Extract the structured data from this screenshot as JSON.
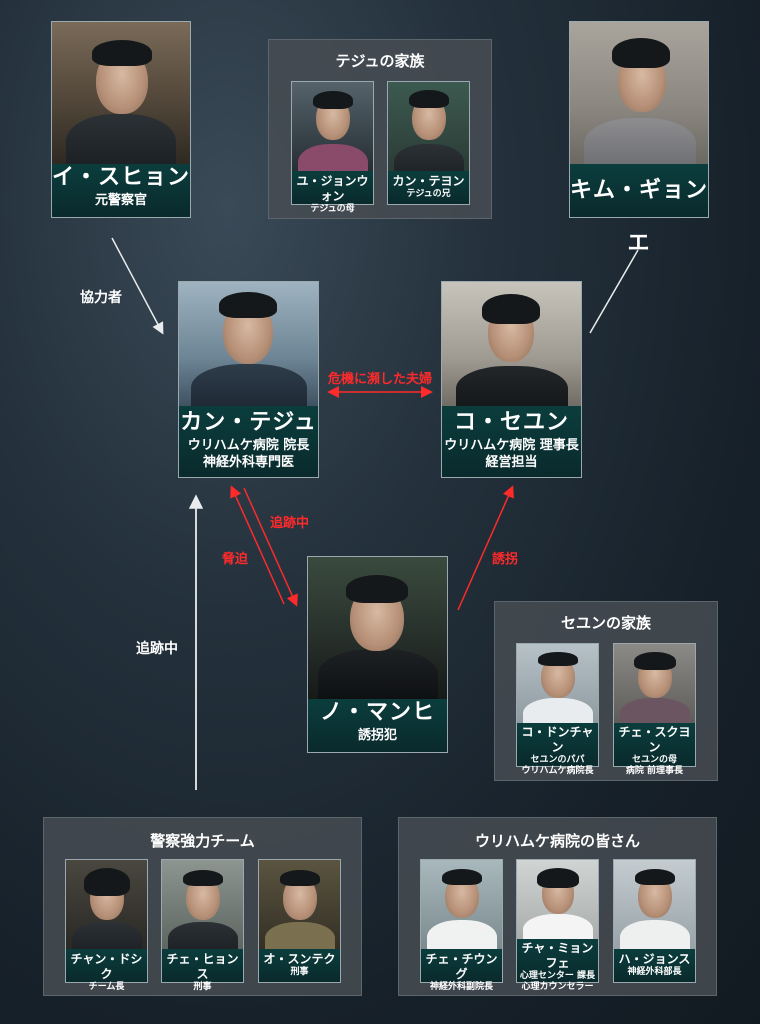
{
  "characters": {
    "lee_suhyeon": {
      "name": "イ・スヒョン",
      "role": "元警察官"
    },
    "kim_gyeonge": {
      "name": "キム・ギョンエ"
    },
    "kang_teju": {
      "name": "カン・テジュ",
      "role1": "ウリハムケ病院 院長",
      "role2": "神経外科専門医"
    },
    "ko_seyun": {
      "name": "コ・セユン",
      "role1": "ウリハムケ病院 理事長",
      "role2": "経営担当"
    },
    "no_manhi": {
      "name": "ノ・マンヒ",
      "role": "誘拐犯"
    }
  },
  "groups": {
    "teju_family": {
      "title": "テジュの家族",
      "members": [
        {
          "name": "ユ・ジョンウォン",
          "role": "テジュの母"
        },
        {
          "name": "カン・テヨン",
          "role": "テジュの兄"
        }
      ]
    },
    "seyun_family": {
      "title": "セユンの家族",
      "members": [
        {
          "name": "コ・ドンチャン",
          "role1": "セユンのパパ",
          "role2": "ウリハムケ病院長"
        },
        {
          "name": "チェ・スクヨン",
          "role1": "セユンの母",
          "role2": "病院 前理事長"
        }
      ]
    },
    "police": {
      "title": "警察強力チーム",
      "members": [
        {
          "name": "チャン・ドシク",
          "role": "チーム長"
        },
        {
          "name": "チェ・ヒョンス",
          "role": "刑事"
        },
        {
          "name": "オ・スンテク",
          "role": "刑事"
        }
      ]
    },
    "hospital": {
      "title": "ウリハムケ病院の皆さん",
      "members": [
        {
          "name": "チェ・チウング",
          "role1": "神経外科副院長"
        },
        {
          "name": "チャ・ミョンフェ",
          "role1": "心理センター 課長",
          "role2": "心理カウンセラー"
        },
        {
          "name": "ハ・ジョンス",
          "role1": "神経外科部長"
        }
      ]
    }
  },
  "relations": {
    "cooperator": "協力者",
    "couple": "危機に瀕した夫婦",
    "chasing1": "追跡中",
    "threat": "脅迫",
    "kidnap": "誘拐",
    "chasing2": "追跡中"
  },
  "colors": {
    "arrow_red": "#ff2a2a",
    "arrow_white": "#e8ecee",
    "nameplate": "#0b3d3d"
  }
}
